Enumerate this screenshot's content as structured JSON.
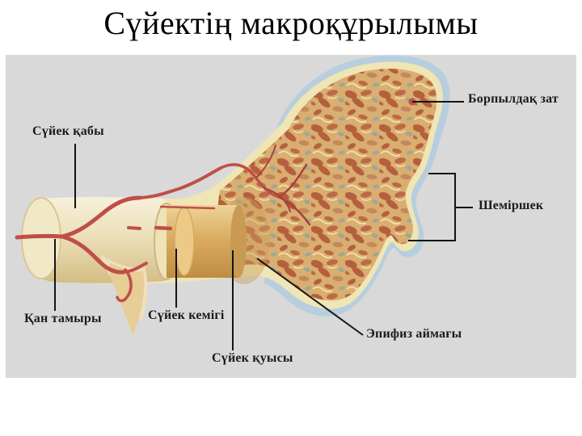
{
  "slide": {
    "title": "Сүйектің макроқұрылымы"
  },
  "diagram": {
    "labels": [
      {
        "id": "periosteum",
        "text": "Сүйек қабы"
      },
      {
        "id": "spongy-substance",
        "text": "Борпылдақ зат"
      },
      {
        "id": "cartilage",
        "text": "Шеміршек"
      },
      {
        "id": "blood-vessel",
        "text": "Қан тамыры"
      },
      {
        "id": "bone-marrow",
        "text": "Сүйек кемігі"
      },
      {
        "id": "bone-cavity",
        "text": "Сүйек қуысы"
      },
      {
        "id": "epiphysis-region",
        "text": "Эпифиз аймағы"
      }
    ],
    "colors": {
      "page_background": "#ffffff",
      "diagram_background": "#d9d9d9",
      "compact_bone": "#f0e5b4",
      "shaft_bone_light": "#f7f1dc",
      "shaft_bone_dark": "#d3bd85",
      "bone_marrow": "#d8a95e",
      "blood_vessel": "#bf4f48",
      "spongy_base": "#d9ae70",
      "spongy_spot": "#b4603f",
      "spongy_gray_spot": "#9aa89a",
      "cartilage": "#b7cedf",
      "leader_line": "#141414",
      "title_text": "#000000",
      "label_text": "#1b1b1b"
    }
  }
}
